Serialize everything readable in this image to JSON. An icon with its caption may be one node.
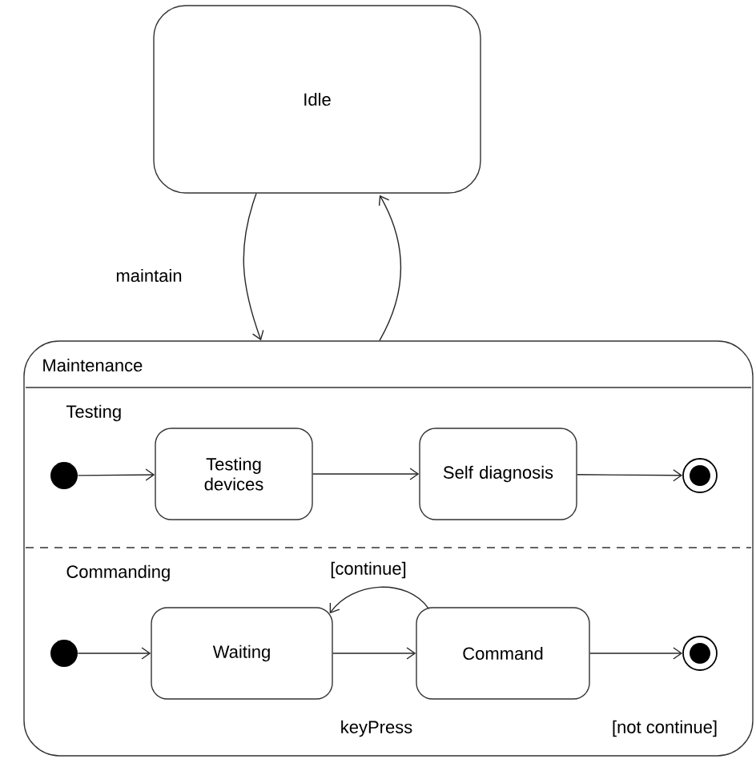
{
  "diagram": {
    "nodes": [
      {
        "text": [
          "Idle"
        ]
      },
      {
        "text": [
          "Maintenance"
        ]
      },
      {
        "text": [],
        "shape": "circle",
        "in": 1
      },
      {
        "text": [
          "Testing devices"
        ],
        "in": 1
      },
      {
        "text": [
          "Self diagnosis"
        ],
        "in": 1
      },
      {
        "text": [],
        "shape": "bullseye",
        "in": 1
      },
      {
        "text": [],
        "shape": "circle",
        "in": 1
      },
      {
        "text": [
          "Waiting"
        ],
        "in": 1
      },
      {
        "text": [
          "Command"
        ],
        "in": 1
      },
      {
        "text": [],
        "shape": "bullseye",
        "in": 1
      }
    ],
    "edges": [
      {
        "from": 0,
        "to": 1,
        "arrow": "to",
        "label": "maintain"
      },
      {
        "from": 1,
        "to": 0,
        "arrow": "to"
      },
      {
        "from": 2,
        "to": 3,
        "arrow": "to"
      },
      {
        "from": 3,
        "to": 4,
        "arrow": "to"
      },
      {
        "from": 4,
        "to": 5,
        "arrow": "to"
      },
      {
        "from": 6,
        "to": 7,
        "arrow": "to"
      },
      {
        "from": 7,
        "to": 8,
        "arrow": "to",
        "label": "keyPress"
      },
      {
        "from": 8,
        "to": 7,
        "arrow": "to",
        "label": "[continue]"
      },
      {
        "from": 8,
        "to": 9,
        "arrow": "to",
        "label": "[not continue]"
      }
    ],
    "labels": [
      "Testing",
      "Commanding"
    ]
  }
}
